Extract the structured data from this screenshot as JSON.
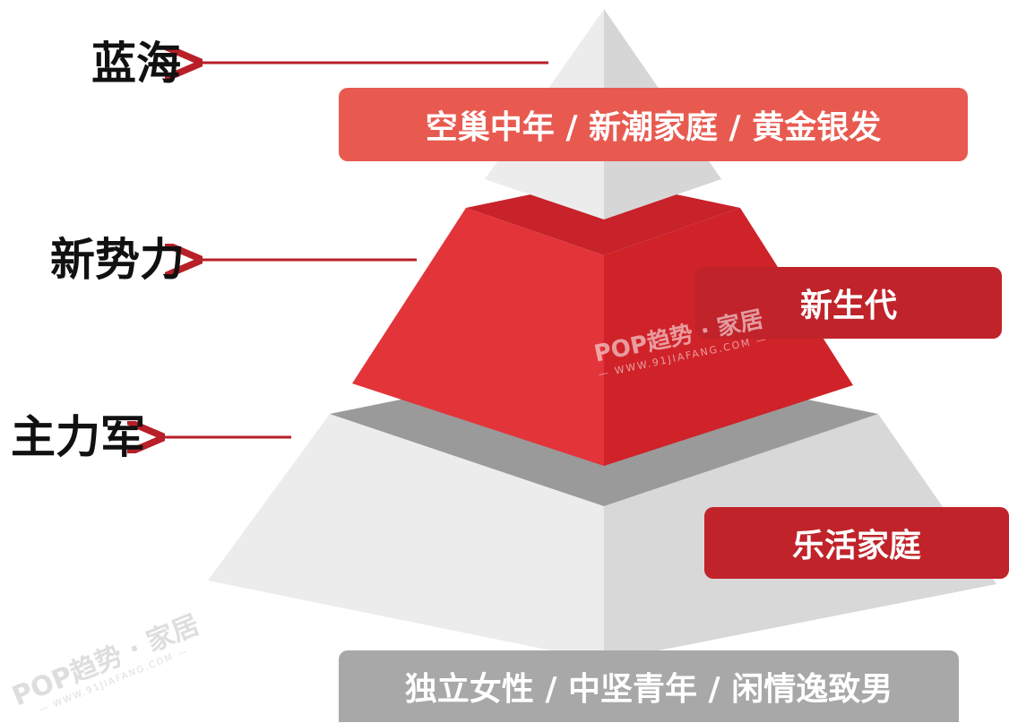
{
  "tiers": {
    "top": {
      "label": "蓝海"
    },
    "middle": {
      "label": "新势力"
    },
    "bottom": {
      "label": "主力军"
    }
  },
  "bands": {
    "top": {
      "text": "空巢中年 / 新潮家庭 / 黄金银发"
    },
    "middle": {
      "text": "新生代"
    },
    "bottom_side": {
      "text": "乐活家庭"
    },
    "bottom": {
      "text": "独立女性 / 中坚青年 / 闲情逸致男"
    }
  },
  "watermark": {
    "brand": "POP趋势 · 家居",
    "url": "— WWW.91JIAFANG.COM —"
  },
  "colors": {
    "band_top": "#e85a50",
    "band_red": "#c0232a",
    "band_gray": "#a8a8a8",
    "arrow": "#b81f28",
    "pyramid_red_left": "#e3343a",
    "pyramid_red_right": "#cf2229",
    "pyramid_gray_left": "#ececec",
    "pyramid_gray_right": "#d6d6d6"
  }
}
